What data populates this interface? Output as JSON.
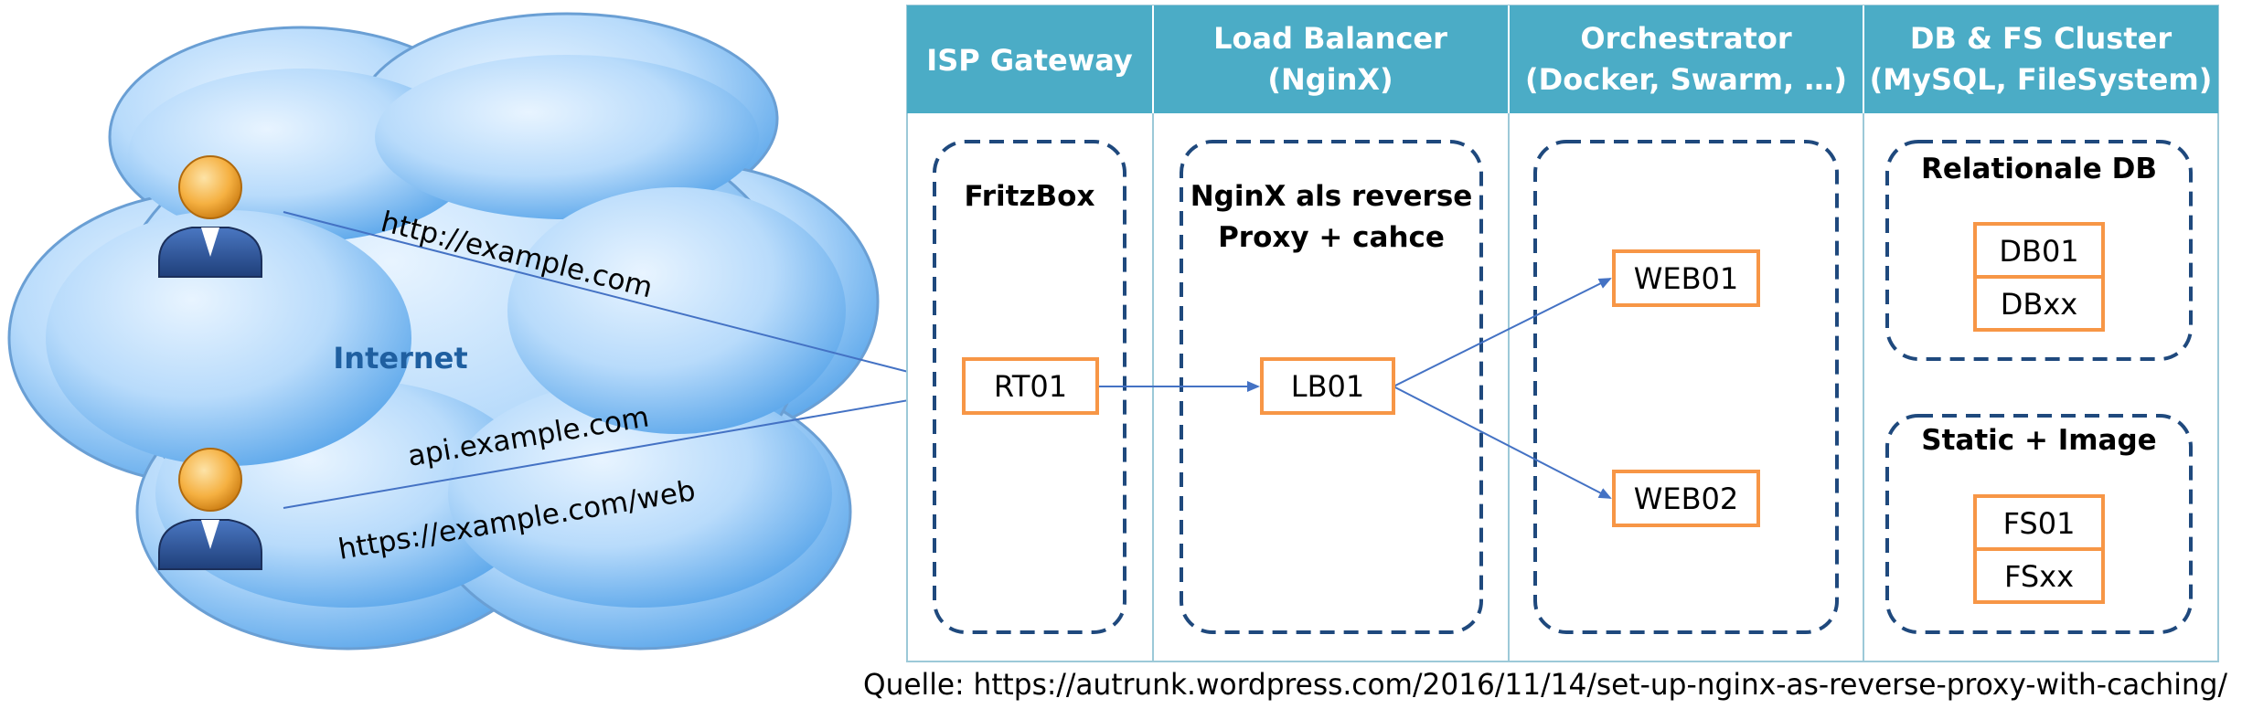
{
  "colors": {
    "header_bg": "#4bacc6",
    "node_border": "#f79646",
    "group_border": "#1f497d",
    "arrow": "#4472c4",
    "cloud_light": "#dbeefe",
    "cloud_dark": "#6fb3ee"
  },
  "cloud": {
    "label": "Internet"
  },
  "users": {
    "top": {
      "icon": "user-icon"
    },
    "bottom": {
      "icon": "user-icon"
    }
  },
  "urls": {
    "http": "http://example.com",
    "api": "api.example.com",
    "web": "https://example.com/web"
  },
  "columns": [
    {
      "header_line1": "ISP Gateway",
      "header_line2": ""
    },
    {
      "header_line1": "Load Balancer",
      "header_line2": "(NginX)"
    },
    {
      "header_line1": "Orchestrator",
      "header_line2": "(Docker, Swarm, …)"
    },
    {
      "header_line1": "DB & FS Cluster",
      "header_line2": "(MySQL, FileSystem)"
    }
  ],
  "groups": {
    "fritzbox": "FritzBox",
    "nginx_line1": "NginX als reverse",
    "nginx_line2": "Proxy + cahce",
    "relational": "Relationale DB",
    "static": "Static + Image"
  },
  "nodes": {
    "rt01": "RT01",
    "lb01": "LB01",
    "web01": "WEB01",
    "web02": "WEB02",
    "db01": "DB01",
    "dbxx": "DBxx",
    "fs01": "FS01",
    "fsxx": "FSxx"
  },
  "source": "Quelle: https://autrunk.wordpress.com/2016/11/14/set-up-nginx-as-reverse-proxy-with-caching/"
}
